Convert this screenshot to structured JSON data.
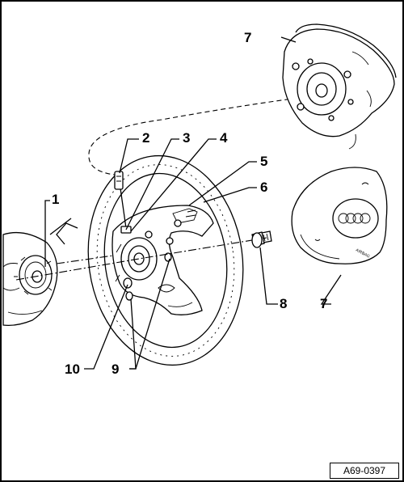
{
  "diagram": {
    "reference_code": "A69-0397",
    "callouts": [
      {
        "id": "c7a",
        "label": "7"
      },
      {
        "id": "c1",
        "label": "1"
      },
      {
        "id": "c2",
        "label": "2"
      },
      {
        "id": "c3",
        "label": "3"
      },
      {
        "id": "c4",
        "label": "4"
      },
      {
        "id": "c5",
        "label": "5"
      },
      {
        "id": "c6",
        "label": "6"
      },
      {
        "id": "c8",
        "label": "8"
      },
      {
        "id": "c7b",
        "label": "7"
      },
      {
        "id": "c10",
        "label": "10"
      },
      {
        "id": "c9",
        "label": "9"
      }
    ],
    "airbag_text": "AIRBAG"
  }
}
